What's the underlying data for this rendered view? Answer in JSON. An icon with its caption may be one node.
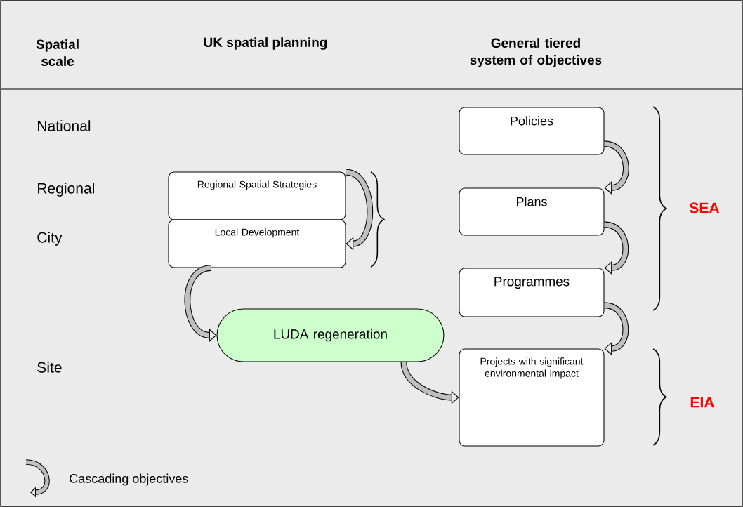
{
  "diagram": {
    "nodes": [
      {
        "text": [
          "Regional Spatial Strategies"
        ]
      },
      {
        "text": [
          "Local Development"
        ]
      },
      {
        "text": [
          "LUDA regeneration"
        ]
      },
      {
        "text": [
          "Policies"
        ]
      },
      {
        "text": [
          "Plans"
        ]
      },
      {
        "text": [
          "Programmes"
        ]
      },
      {
        "text": [
          "Projects with significant environmental impact"
        ]
      }
    ],
    "edges": [
      {
        "from": 0,
        "to": 1,
        "arrow": "to"
      },
      {
        "from": 1,
        "to": 2,
        "arrow": "to"
      },
      {
        "from": 2,
        "to": 6,
        "arrow": "to"
      },
      {
        "from": 3,
        "to": 4,
        "arrow": "to"
      },
      {
        "from": 4,
        "to": 5,
        "arrow": "to"
      },
      {
        "from": 5,
        "to": 6,
        "arrow": "to"
      }
    ],
    "labels": [
      "Spatial scale",
      "UK spatial planning",
      "General tiered system of objectives",
      "National",
      "Regional",
      "City",
      "Site",
      "SEA",
      "EIA"
    ],
    "legend": [
      {
        "text": "Cascading objectives"
      }
    ]
  }
}
